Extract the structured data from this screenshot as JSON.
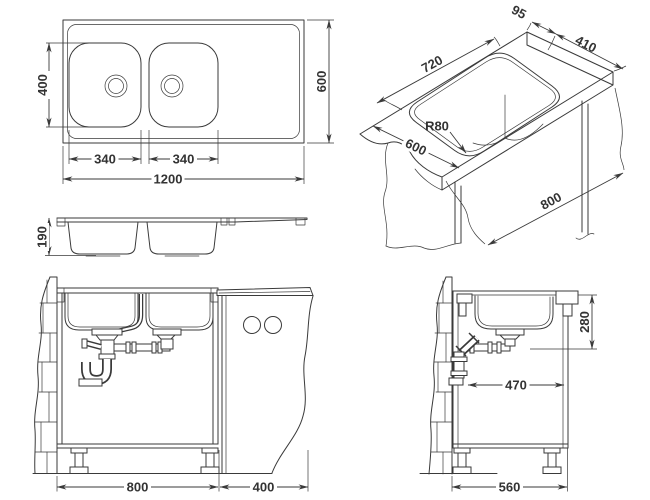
{
  "drawing": {
    "type": "technical-drawing",
    "subject": "kitchen sink dimensions and installation drawing",
    "background_color": "#ffffff",
    "line_color": "#3a3a3a",
    "text_color": "#333333",
    "views": {
      "top_plan": {
        "overall_length": "1200",
        "overall_depth": "600",
        "bowl_depth": "400",
        "left_bowl_width": "340",
        "right_bowl_width": "340"
      },
      "profile": {
        "bowl_height": "190"
      },
      "isometric_cutout": {
        "rear_edge_offset": "95",
        "cutout_width": "410",
        "cutout_length": "720",
        "corner_radius": "R80",
        "worktop_depth": "600",
        "worktop_length": "800"
      },
      "front_installation": {
        "cabinet_width": "800",
        "adjacent_unit_width": "400"
      },
      "side_installation": {
        "drain_depth": "280",
        "trap_distance": "470",
        "cabinet_depth": "560"
      }
    }
  }
}
